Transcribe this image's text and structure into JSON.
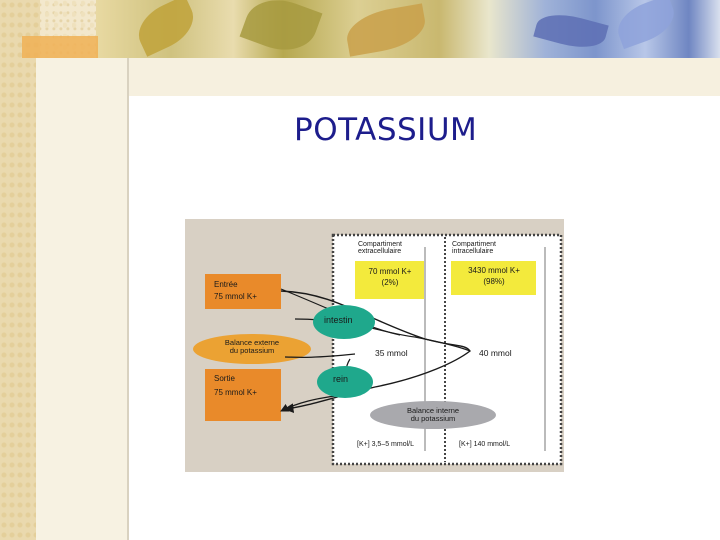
{
  "slide": {
    "title": "POTASSIUM"
  },
  "diagram": {
    "compartment_extra": {
      "line1": "Compartiment",
      "line2": "extracellulaire"
    },
    "compartment_intra": {
      "line1": "Compartiment",
      "line2": "intracellulaire"
    },
    "extra_box": {
      "line1": "70 mmol K+",
      "line2": "(2%)"
    },
    "intra_box": {
      "line1": "3430 mmol K+",
      "line2": "(98%)"
    },
    "entree": {
      "line1": "Entrée",
      "line2": "75 mmol K+"
    },
    "sortie": {
      "line1": "Sortie",
      "line2": "75 mmol K+"
    },
    "balance_externe": {
      "line1": "Balance externe",
      "line2": "du potassium"
    },
    "balance_interne": {
      "line1": "Balance interne",
      "line2": "du potassium"
    },
    "intestin": "intestin",
    "rein": "rein",
    "flow_left": "35 mmol",
    "flow_right": "40 mmol",
    "conc_extra": "[K+] 3,5–5 mmol/L",
    "conc_intra": "[K+] 140 mmol/L"
  },
  "colors": {
    "orange_box": "#e98a2a",
    "yellow_box": "#f3ea3c",
    "teal_oval": "#1fa88c",
    "orange_oval": "#eba233",
    "gray_oval": "#a9a9ad",
    "title": "#1d1d8c"
  }
}
